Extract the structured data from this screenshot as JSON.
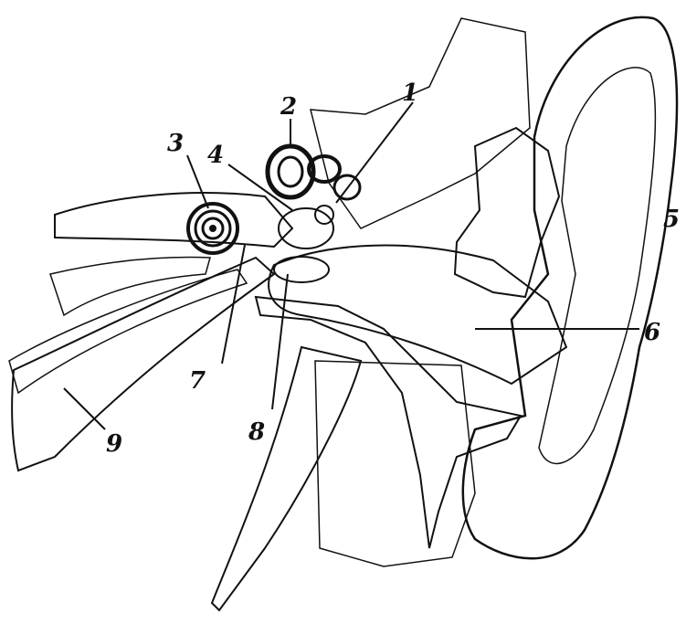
{
  "labels": {
    "l1": "1",
    "l2": "2",
    "l3": "3",
    "l4": "4",
    "l5": "5",
    "l6": "6",
    "l7": "7",
    "l8": "8",
    "l9": "9"
  },
  "colors": {
    "ink": "#111111",
    "paper": "#ffffff",
    "shade": "#bdbdbd"
  }
}
